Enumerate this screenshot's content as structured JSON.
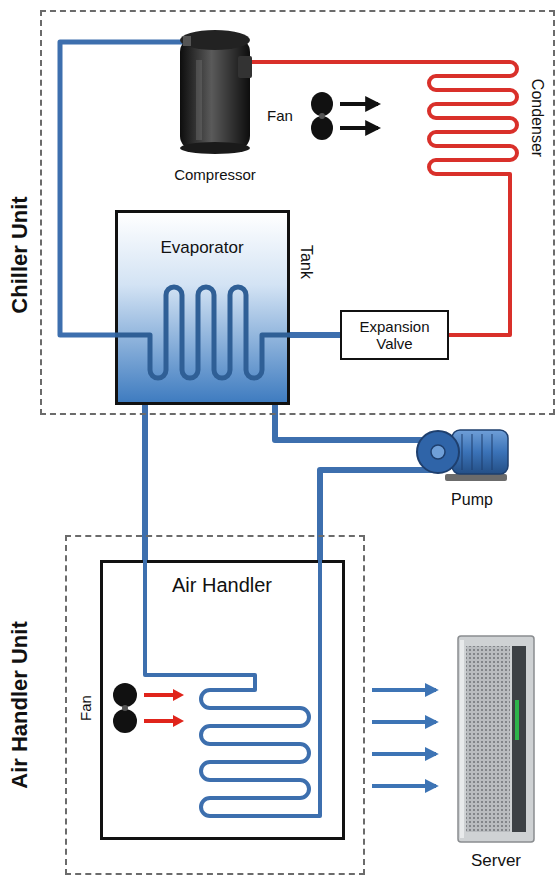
{
  "diagram": {
    "nodes": [
      {
        "text": [
          "Chiller Unit"
        ]
      },
      {
        "text": [
          "Evaporator",
          "Tank"
        ],
        "in": 0
      },
      {
        "text": [
          "Expansion Valve"
        ],
        "in": 0
      },
      {
        "text": [
          "Air Handler Unit"
        ]
      },
      {
        "text": [
          "Air Handler"
        ],
        "in": 3
      }
    ],
    "edges": [
      {
        "from": 2,
        "to": 1,
        "arrow": "none"
      },
      {
        "from": 1,
        "to": 4,
        "arrow": "none"
      },
      {
        "from": 1,
        "to": 4,
        "arrow": "none"
      }
    ],
    "labels": [
      "Compressor",
      "Fan",
      "Condenser",
      "Pump",
      "Fan",
      "Server"
    ]
  }
}
